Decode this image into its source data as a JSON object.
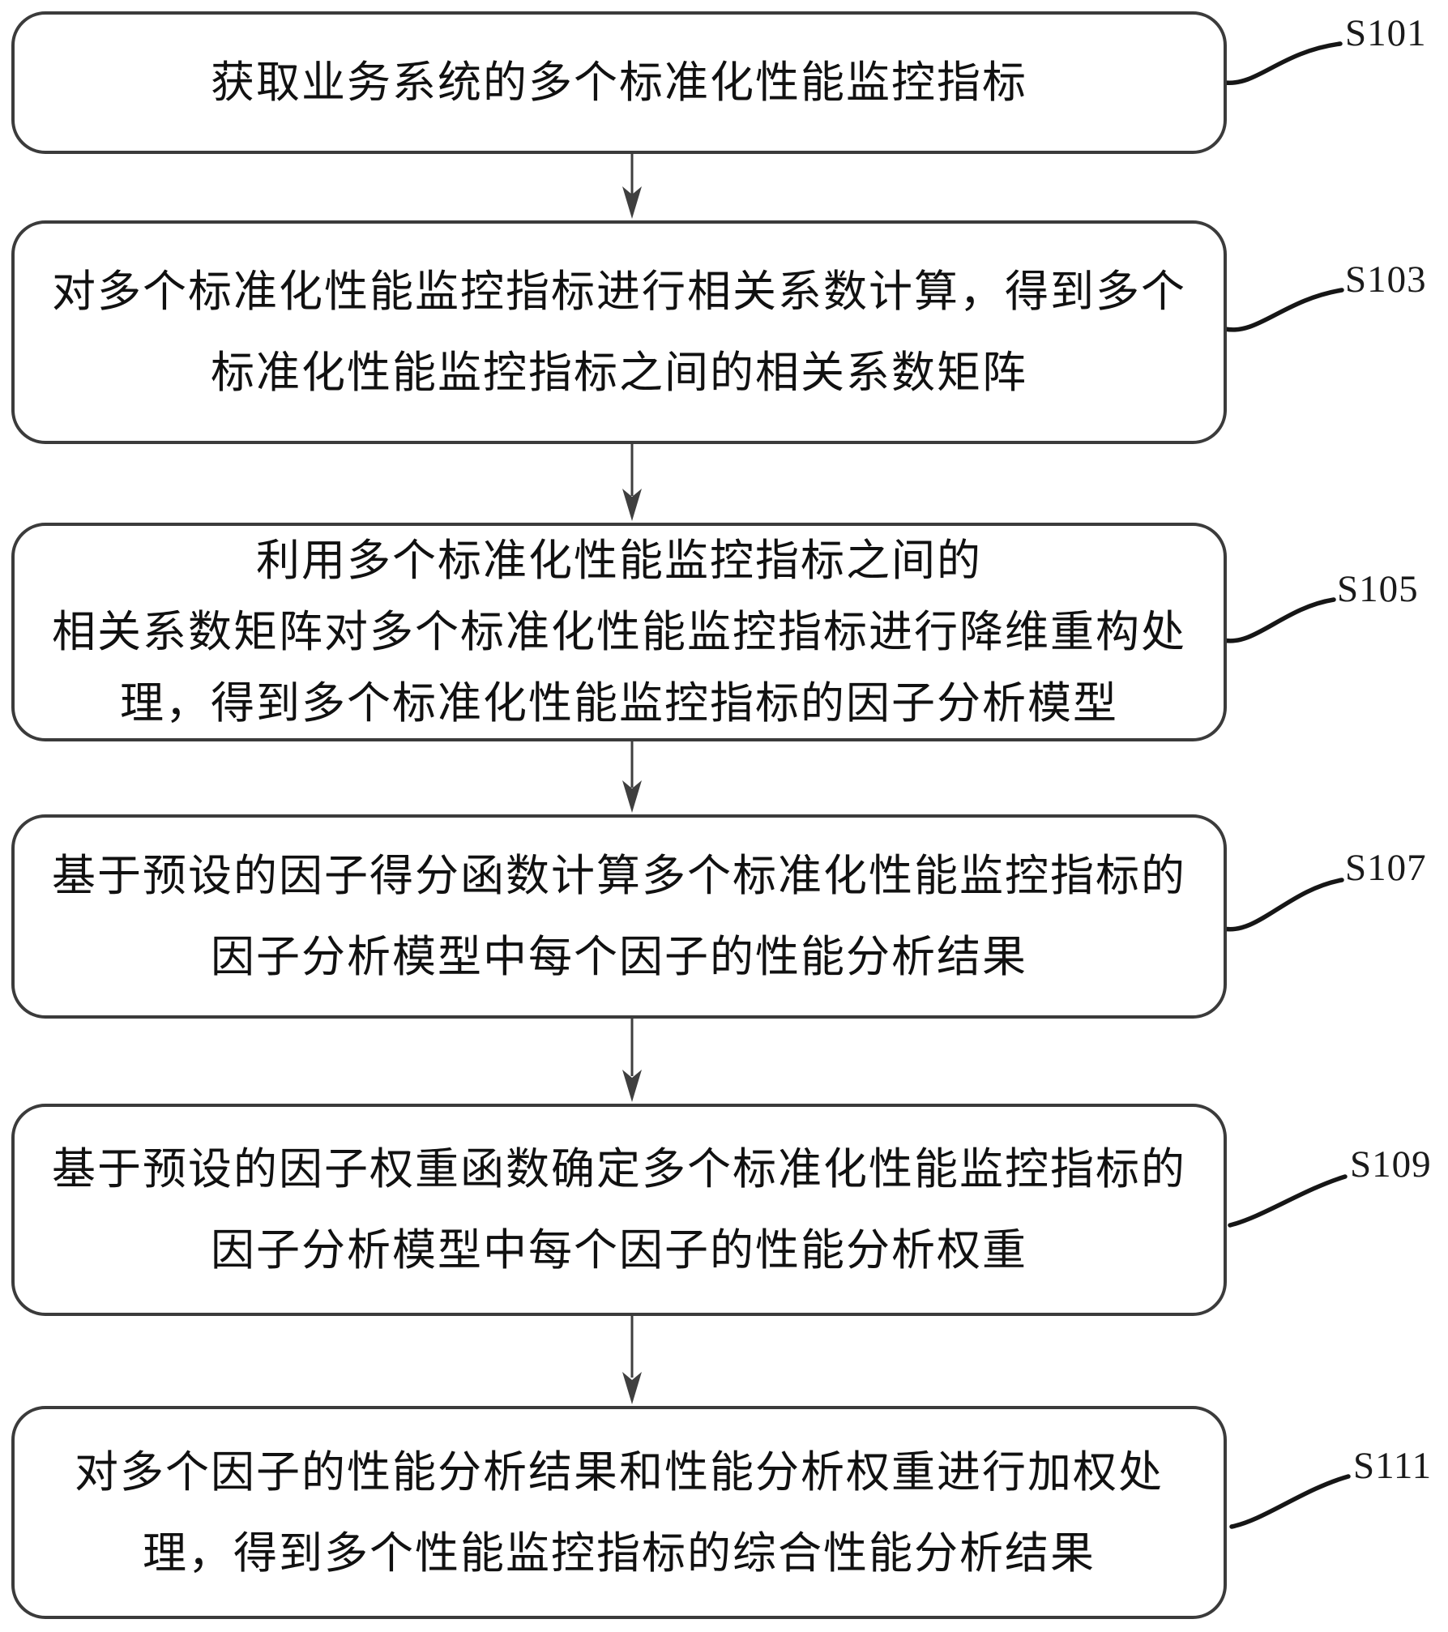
{
  "figure": {
    "type": "flowchart",
    "colors": {
      "background": "#ffffff",
      "box_border": "#3b3b3b",
      "text": "#111111",
      "arrow": "#3f3f3f",
      "connector": "#161616"
    }
  },
  "steps": [
    {
      "label": "S101",
      "lines": [
        "获取业务系统的多个标准化性能监控指标"
      ]
    },
    {
      "label": "S103",
      "lines": [
        "对多个标准化性能监控指标进行相关系数计算，得到多个",
        "标准化性能监控指标之间的相关系数矩阵"
      ]
    },
    {
      "label": "S105",
      "lines": [
        "利用多个标准化性能监控指标之间的",
        "相关系数矩阵对多个标准化性能监控指标进行降维重构处",
        "理，得到多个标准化性能监控指标的因子分析模型"
      ]
    },
    {
      "label": "S107",
      "lines": [
        "基于预设的因子得分函数计算多个标准化性能监控指标的",
        "因子分析模型中每个因子的性能分析结果"
      ]
    },
    {
      "label": "S109",
      "lines": [
        "基于预设的因子权重函数确定多个标准化性能监控指标的",
        "因子分析模型中每个因子的性能分析权重"
      ]
    },
    {
      "label": "S111",
      "lines": [
        "对多个因子的性能分析结果和性能分析权重进行加权处",
        "理，得到多个性能监控指标的综合性能分析结果"
      ]
    }
  ]
}
